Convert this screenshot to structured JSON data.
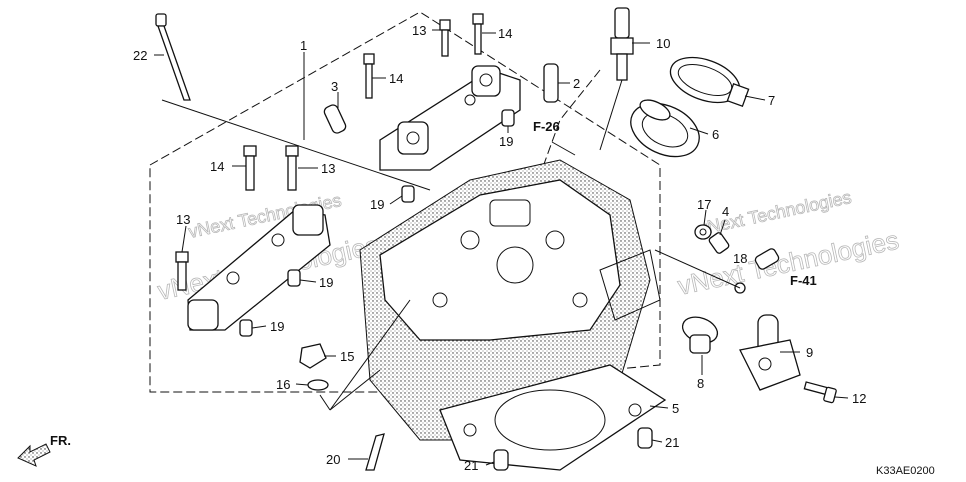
{
  "callouts": [
    {
      "id": "c22",
      "text": "22"
    },
    {
      "id": "c1",
      "text": "1"
    },
    {
      "id": "c13a",
      "text": "13"
    },
    {
      "id": "c14a",
      "text": "14"
    },
    {
      "id": "c10",
      "text": "10"
    },
    {
      "id": "c3",
      "text": "3"
    },
    {
      "id": "c14b",
      "text": "14"
    },
    {
      "id": "c2",
      "text": "2"
    },
    {
      "id": "c7",
      "text": "7"
    },
    {
      "id": "c19a",
      "text": "19"
    },
    {
      "id": "c6",
      "text": "6"
    },
    {
      "id": "c14c",
      "text": "14"
    },
    {
      "id": "c13b",
      "text": "13"
    },
    {
      "id": "c19b",
      "text": "19"
    },
    {
      "id": "c17",
      "text": "17"
    },
    {
      "id": "c4",
      "text": "4"
    },
    {
      "id": "c13c",
      "text": "13"
    },
    {
      "id": "c18",
      "text": "18"
    },
    {
      "id": "c19c",
      "text": "19"
    },
    {
      "id": "c19d",
      "text": "19"
    },
    {
      "id": "c15",
      "text": "15"
    },
    {
      "id": "c9",
      "text": "9"
    },
    {
      "id": "c16",
      "text": "16"
    },
    {
      "id": "c8",
      "text": "8"
    },
    {
      "id": "c12",
      "text": "12"
    },
    {
      "id": "c5",
      "text": "5"
    },
    {
      "id": "c21a",
      "text": "21"
    },
    {
      "id": "c20",
      "text": "20"
    },
    {
      "id": "c21b",
      "text": "21"
    }
  ],
  "refs": {
    "f26": "F-26",
    "f41": "F-41"
  },
  "direction_label": "FR.",
  "diagram_code": "K33AE0200",
  "watermarks": [
    "vNext Technologies",
    "vNext Technologies",
    "vNext Technologies",
    "vNext Technologies"
  ]
}
